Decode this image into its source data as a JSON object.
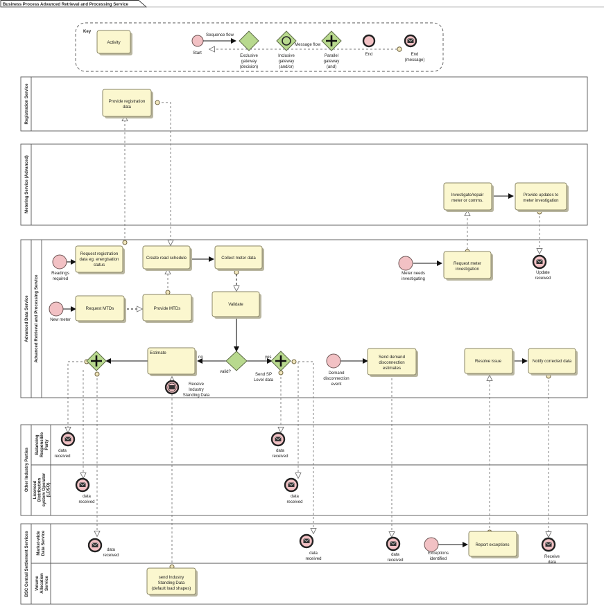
{
  "title": "Business Process Advanced Retrieval and Processing Service",
  "key": {
    "heading": "Key",
    "activity": "Activity",
    "sequence_flow": "Sequence flow",
    "message_flow": "Message flow",
    "start": "Start",
    "exclusive": [
      "Exclusive",
      "gateway",
      "(decision)"
    ],
    "inclusive": [
      "Inclusive",
      "gateway",
      "(and/or)"
    ],
    "parallel": [
      "Parallel",
      "gateway",
      "(and)"
    ],
    "end": "End",
    "end_message": [
      "End",
      "(message)"
    ]
  },
  "pools": {
    "registration": "Registration Service",
    "metering": "Metering Service (Advanced)",
    "ads": "Advanced Data Service",
    "arps": "Advanced Retrieval and Processing Service",
    "oip": "Other Industry Parties",
    "brp": [
      "Balancing",
      "Responsible",
      "Party"
    ],
    "ldso": [
      "Licensed",
      "Distribution",
      "system Operator",
      "(LDSO)"
    ],
    "bsc": "BSC Central Settlement Services",
    "mds": [
      "Market-wide",
      "Data Service"
    ],
    "vas": [
      "Volume",
      "Allocation",
      "Service"
    ]
  },
  "activities": {
    "provide_reg": [
      "Provide registration",
      "data"
    ],
    "investigate": [
      "Investigate/repair",
      "meter or comms."
    ],
    "provide_updates": [
      "Provide updates to",
      "meter investigation"
    ],
    "request_reg": [
      "Request registration",
      "data eg. energisation",
      "status"
    ],
    "create_schedule": "Create read schedule",
    "collect": "Collect meter data",
    "request_meter_inv": [
      "Request meter",
      "investigation"
    ],
    "request_mtds": "Request MTDs",
    "provide_mtds": "Provide MTDs",
    "validate": "Validate",
    "estimate": "Estimate",
    "send_demand": [
      "Send demand",
      "disconnection",
      "estimates"
    ],
    "resolve": "Resolve issue",
    "notify": "Notify corrected data",
    "report": "Report exceptions",
    "send_industry": [
      "send Industry",
      "Standing Data",
      "(default load shapes)"
    ]
  },
  "events": {
    "readings_required": [
      "Readings",
      "required"
    ],
    "new_meter": "New meter",
    "meter_needs": [
      "Meter needs",
      "investigating"
    ],
    "update_received": [
      "Update",
      "received"
    ],
    "receive_isd": [
      "Receive",
      "Industry",
      "Standing Data"
    ],
    "demand_disc": [
      "Demand",
      "disconnection",
      "event"
    ],
    "send_sp": [
      "Send SP",
      "Level data"
    ],
    "data_received": [
      "data",
      "received"
    ],
    "exceptions": [
      "Exceptions",
      "identified"
    ],
    "receive_data": [
      "Receive",
      "data"
    ]
  },
  "labels": {
    "valid": "valid?",
    "no": "no",
    "yes": "yes"
  },
  "colors": {
    "activity_fill": "#fbf7cf",
    "gateway_fill": "#b8d98e",
    "event_fill": "#f2c1c4"
  }
}
